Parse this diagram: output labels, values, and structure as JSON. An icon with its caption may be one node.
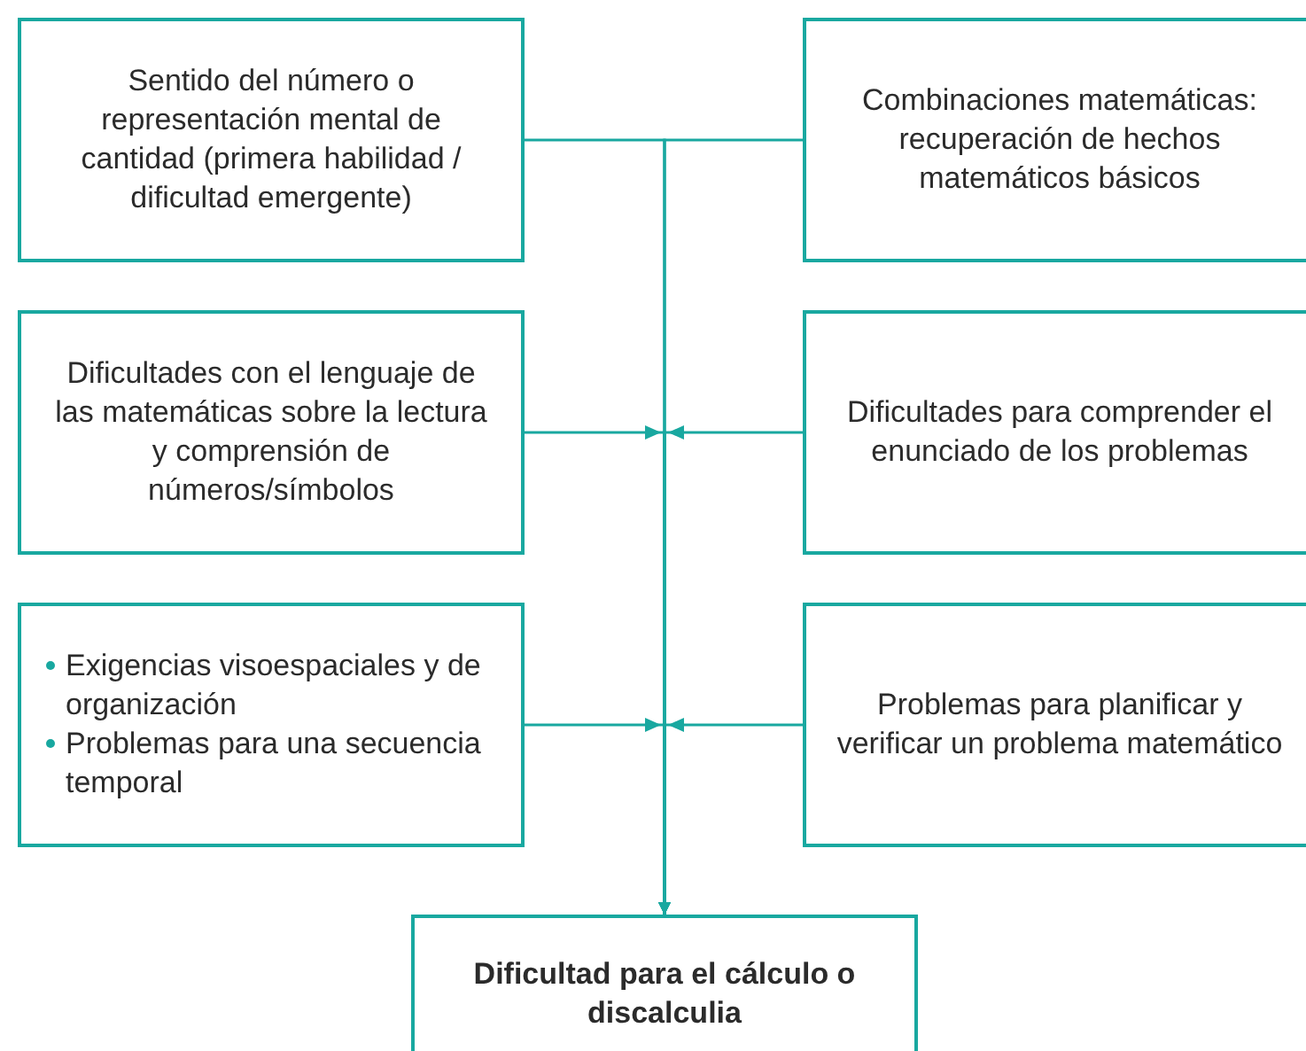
{
  "diagram": {
    "nodes": [
      {
        "text": [
          "Sentido del número o representación mental de cantidad (primera habilidad / dificultad emergente)"
        ]
      },
      {
        "text": [
          "Combinaciones matemáticas: recuperación de hechos matemáticos básicos"
        ]
      },
      {
        "text": [
          "Dificultades con el lenguaje de las matemáticas sobre la lectura y comprensión de números/símbolos"
        ]
      },
      {
        "text": [
          "Dificultades para comprender el enunciado de los problemas"
        ]
      },
      {
        "text": [
          "Exigencias visoespaciales y de organización",
          "Problemas para una secuencia temporal"
        ]
      },
      {
        "text": [
          "Problemas para planificar y verificar un problema matemático"
        ]
      },
      {
        "text": [
          "Dificultad para el cálculo o discalculia"
        ]
      }
    ],
    "edges": [
      {
        "from": 0,
        "to": 6,
        "arrow": "to"
      },
      {
        "from": 1,
        "to": 6,
        "arrow": "to"
      },
      {
        "from": 2,
        "to": 6,
        "arrow": "to"
      },
      {
        "from": 3,
        "to": 6,
        "arrow": "to"
      },
      {
        "from": 4,
        "to": 6,
        "arrow": "to"
      },
      {
        "from": 5,
        "to": 6,
        "arrow": "to"
      }
    ]
  }
}
